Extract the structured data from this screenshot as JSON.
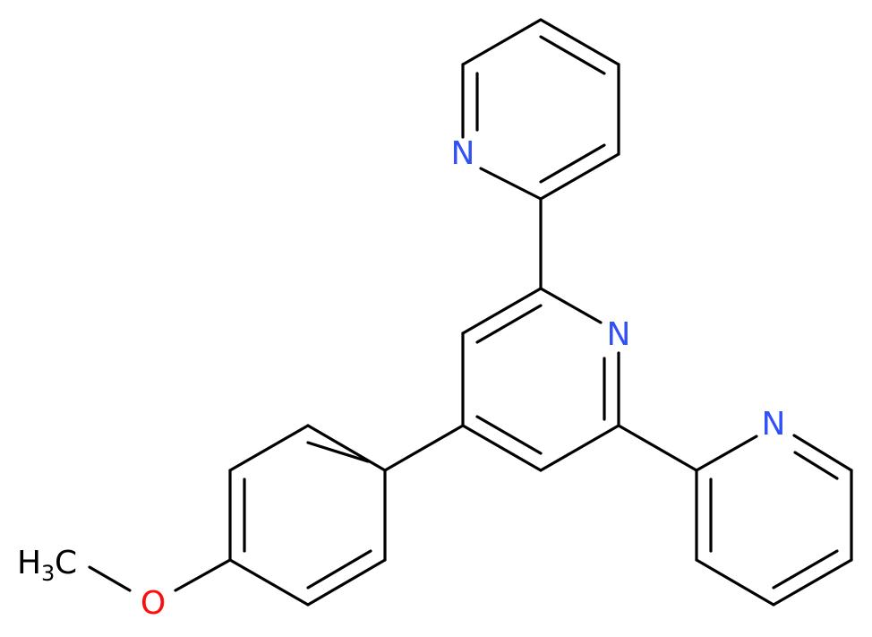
{
  "molecule": {
    "atoms": {
      "n_top": "N",
      "n_center": "N",
      "n_right": "N",
      "oxygen": "O",
      "methyl_h": "H",
      "methyl_sub": "3",
      "methyl_c": "C"
    }
  },
  "colors": {
    "bond": "#000000",
    "nitrogen": "#3050F8",
    "oxygen": "#FF0D0D",
    "carbon": "#000000",
    "background": "#FFFFFF"
  }
}
